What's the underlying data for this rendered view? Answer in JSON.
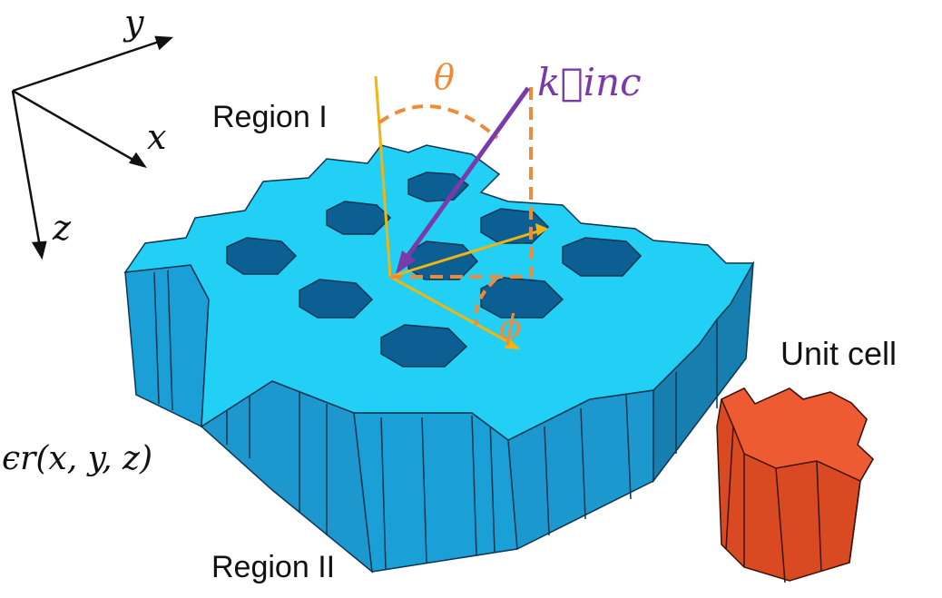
{
  "labels": {
    "region_1": "Region I",
    "region_2": "Region II",
    "unit_cell": "Unit cell",
    "permittivity": "ϵr(x, y, z)",
    "theta": "θ",
    "phi": "ϕ",
    "k_inc": "k⃗inc"
  },
  "axes": {
    "x": "x",
    "y": "y",
    "z": "z"
  },
  "colors": {
    "slab_top": "#22cff5",
    "slab_side": "#1a9fd6",
    "slab_side_dark": "#167fb0",
    "hole": "#0b5f93",
    "unit_cell_top": "#ee5a32",
    "unit_cell_side": "#d94a22",
    "angle_guides": "#ee8a3a",
    "wave_vector": "#7a3aa8",
    "coord_lines": "#f2b410"
  }
}
